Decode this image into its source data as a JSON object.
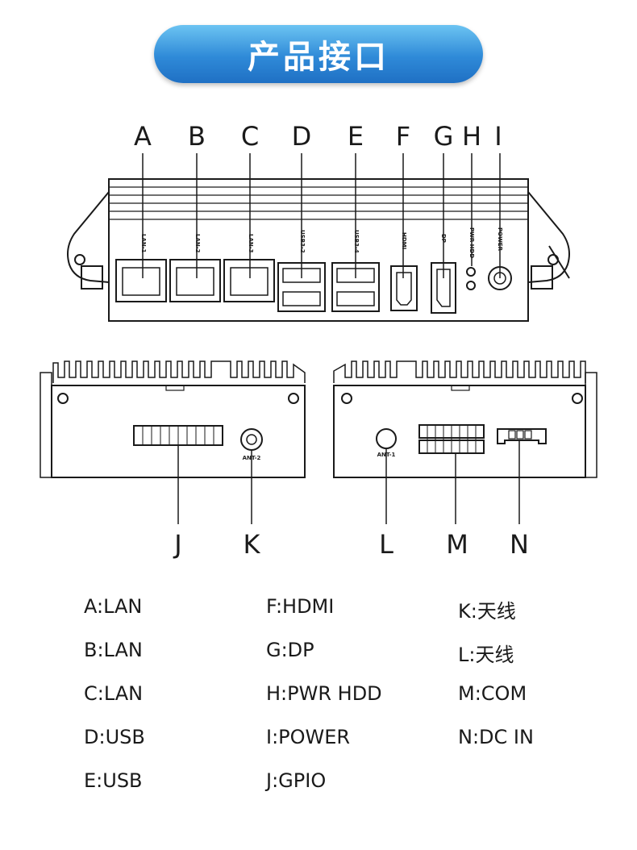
{
  "title": "产品接口",
  "callouts": {
    "a": "A",
    "b": "B",
    "c": "C",
    "d": "D",
    "e": "E",
    "f": "F",
    "g": "G",
    "h": "H",
    "i": "I",
    "j": "J",
    "k": "K",
    "l": "L",
    "m": "M",
    "n": "N"
  },
  "port_labels": {
    "lan1": "LAN-1",
    "lan2": "LAN-2",
    "lan3": "LAN-3",
    "usb2": "USB3-2",
    "usb4": "USB3-4",
    "hdmi": "HDMI",
    "dp": "DP",
    "pwr_hdd": "PWR HDD",
    "power": "POWER",
    "ant2": "ANT-2",
    "ant1": "ANT-1"
  },
  "legend": {
    "col1": [
      "A:LAN",
      "B:LAN",
      "C:LAN",
      "D:USB",
      "E:USB"
    ],
    "col2": [
      "F:HDMI",
      "G:DP",
      "H:PWR HDD",
      "I:POWER",
      "J:GPIO"
    ],
    "col3": [
      "K:天线",
      "L:天线",
      "M:COM",
      "N:DC IN"
    ]
  },
  "colors": {
    "pill_top": "#6cc4f2",
    "pill_bottom": "#1f70c4",
    "line": "#1a1a1a"
  }
}
